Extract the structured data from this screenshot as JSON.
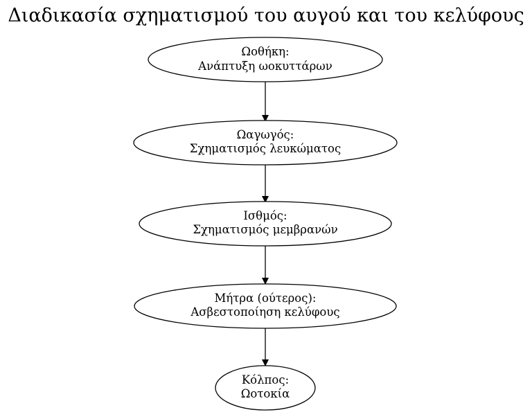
{
  "title": "Διαδικασία σχηματισμού του αυγού και του κελύφους",
  "nodes": [
    {
      "line1": "Ωοθήκη:",
      "line2": "Ανάπτυξη ωοκυττάρων"
    },
    {
      "line1": "Ωαγωγός:",
      "line2": "Σχηματισμός λευκώματος"
    },
    {
      "line1": "Ισθμός:",
      "line2": "Σχηματισμός μεμβρανών"
    },
    {
      "line1": "Μήτρα (ούτερος):",
      "line2": "Ασβεστοποίηση κελύφους"
    },
    {
      "line1": "Κόλπος:",
      "line2": "Ωοτοκία"
    }
  ],
  "edges": [
    {
      "from": 0,
      "to": 1
    },
    {
      "from": 1,
      "to": 2
    },
    {
      "from": 2,
      "to": 3
    },
    {
      "from": 3,
      "to": 4
    }
  ],
  "colors": {
    "stroke": "#000000",
    "fill": "#ffffff",
    "text": "#000000"
  }
}
